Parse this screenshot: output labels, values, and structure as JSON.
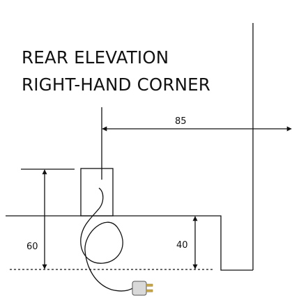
{
  "diagram": {
    "title_lines": [
      "REAR ELEVATION",
      "RIGHT-HAND CORNER"
    ],
    "dimensions": {
      "horizontal_clearance": "85",
      "outlet_height": "60",
      "surface_height": "40"
    }
  },
  "colors": {
    "line": "#111111",
    "plug_body": "#d9d9d9",
    "plug_prongs": "#c8a84a"
  }
}
